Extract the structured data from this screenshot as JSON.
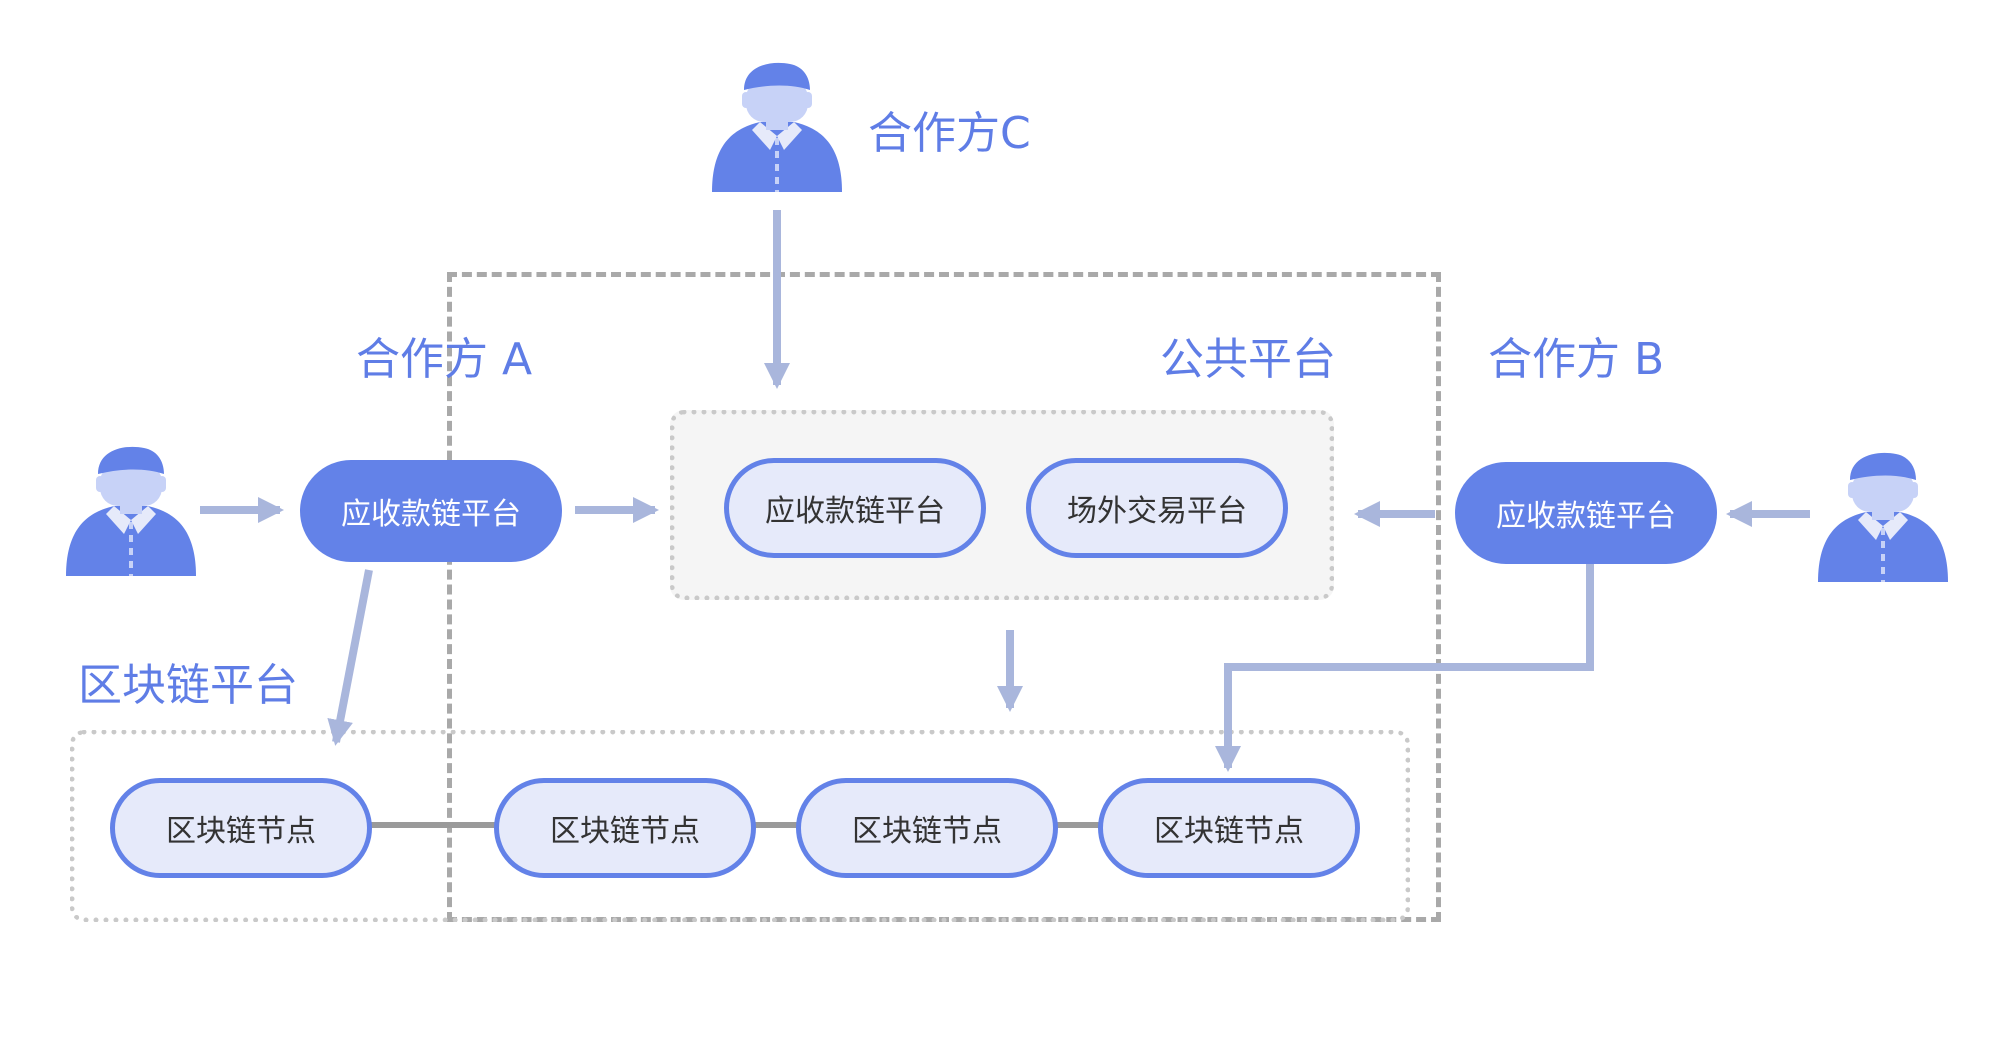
{
  "colors": {
    "accent": "#6382e8",
    "label_blue": "#5f7de6",
    "arrow": "#a9b6dc",
    "pill_fill": "#e6eafa",
    "dashed_border": "#a9a9a9",
    "dotted_border": "#c9c9c9",
    "link_line": "#9a9a9a"
  },
  "partners": {
    "a": {
      "label": "合作方 A",
      "icon": "person-icon"
    },
    "b": {
      "label": "合作方 B",
      "icon": "person-icon"
    },
    "c": {
      "label": "合作方C",
      "icon": "person-icon"
    }
  },
  "public_platform": {
    "label": "公共平台",
    "receivables": "应收款链平台",
    "otc": "场外交易平台"
  },
  "partner_platforms": {
    "a": "应收款链平台",
    "b": "应收款链平台"
  },
  "blockchain": {
    "label": "区块链平台",
    "nodes": [
      "区块链节点",
      "区块链节点",
      "区块链节点",
      "区块链节点"
    ]
  }
}
